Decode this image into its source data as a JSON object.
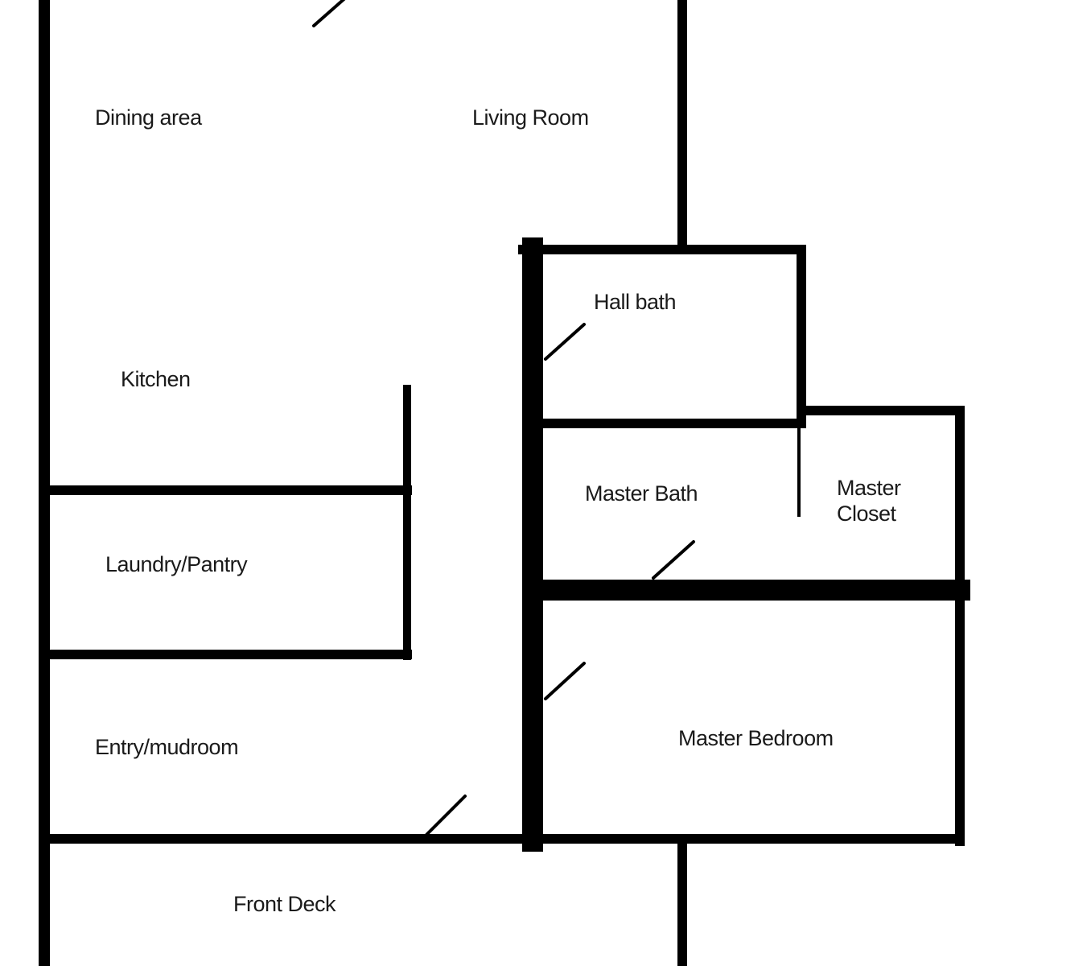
{
  "rooms": {
    "dining_area": "Dining area",
    "living_room": "Living Room",
    "kitchen": "Kitchen",
    "laundry_pantry": "Laundry/Pantry",
    "entry_mudroom": "Entry/mudroom",
    "front_deck": "Front Deck",
    "hall_bath": "Hall bath",
    "master_bath": "Master Bath",
    "master_closet_line1": "Master",
    "master_closet_line2": "Closet",
    "master_bedroom": "Master Bedroom"
  },
  "colors": {
    "wall": "#000000",
    "background": "#ffffff",
    "text": "#1a1a1a"
  }
}
